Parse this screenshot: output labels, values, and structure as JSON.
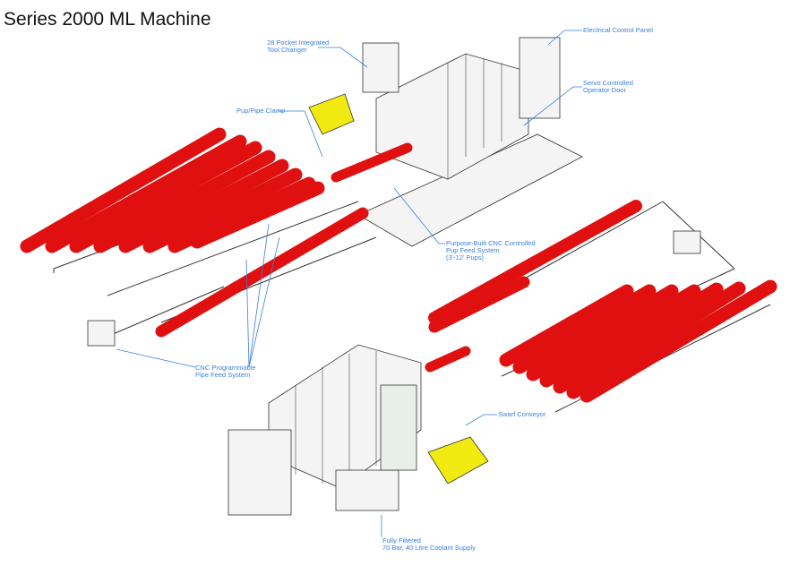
{
  "title": "Series 2000 ML Machine",
  "labels": {
    "tool_changer": "28 Pocket Integrated\nTool Changer",
    "electrical_panel": "Electrical Control Panel",
    "operator_door": "Servo Controlled\nOperator Door",
    "pipe_clamp": "Pup/Pipe Clamp",
    "pup_feed": "Purpose-Built CNC Controlled\nPup Feed System\n(3'-12' Pups)",
    "pipe_feed": "CNC Programmable\nPipe Feed System",
    "swarf_conveyor": "Swarf Conveyor",
    "coolant": "Fully Filtered\n70 Bar, 40 Litre Coolant Supply"
  },
  "colors": {
    "pipe": "#e01010",
    "bin": "#f0ea10",
    "label": "#3a7fe0"
  }
}
